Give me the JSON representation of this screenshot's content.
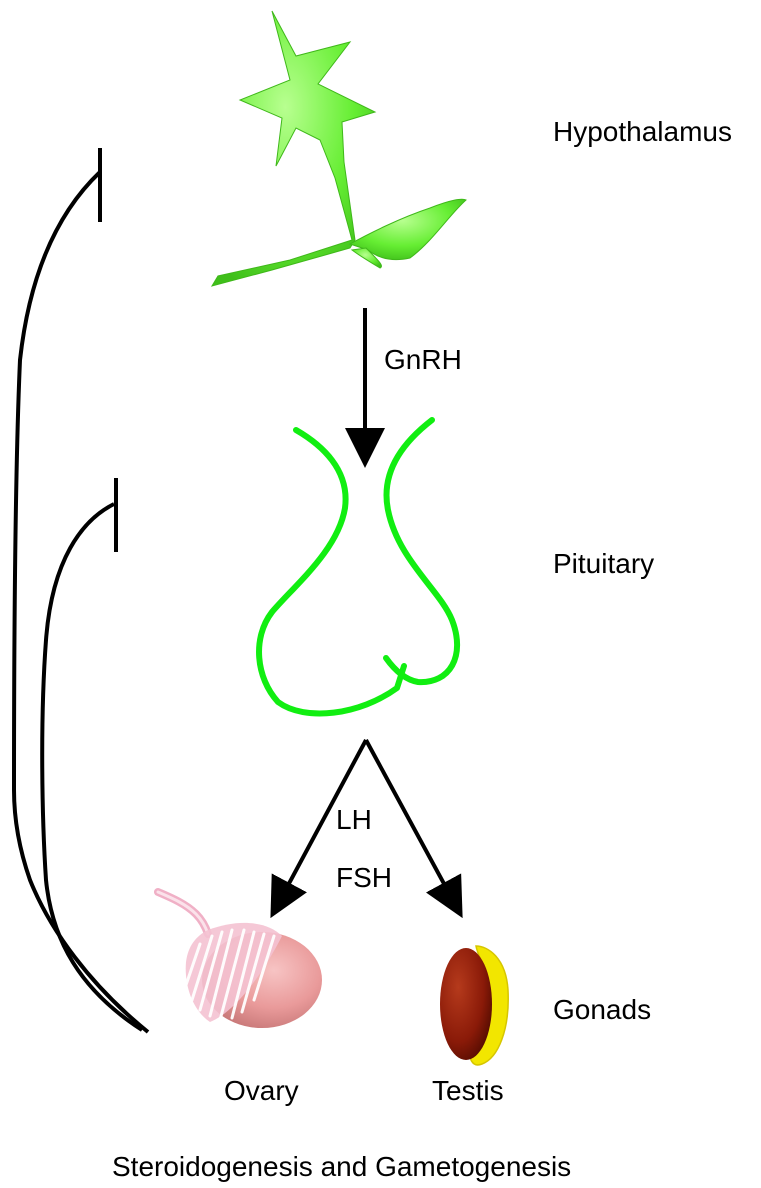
{
  "labels": {
    "hypothalamus": "Hypothalamus",
    "pituitary": "Pituitary",
    "gonads": "Gonads",
    "gnrh": "GnRH",
    "lh": "LH",
    "fsh": "FSH",
    "ovary": "Ovary",
    "testis": "Testis",
    "caption": "Steroidogenesis and Gametogenesis"
  },
  "colors": {
    "neuron": "#66ee33",
    "pituitary": "#11ee11",
    "ovary": "#e99a9a",
    "ovary_fimbriae": "#f4c2d2",
    "testis": "#8a1a08",
    "epididymis": "#f2e600",
    "lines": "#000000"
  }
}
